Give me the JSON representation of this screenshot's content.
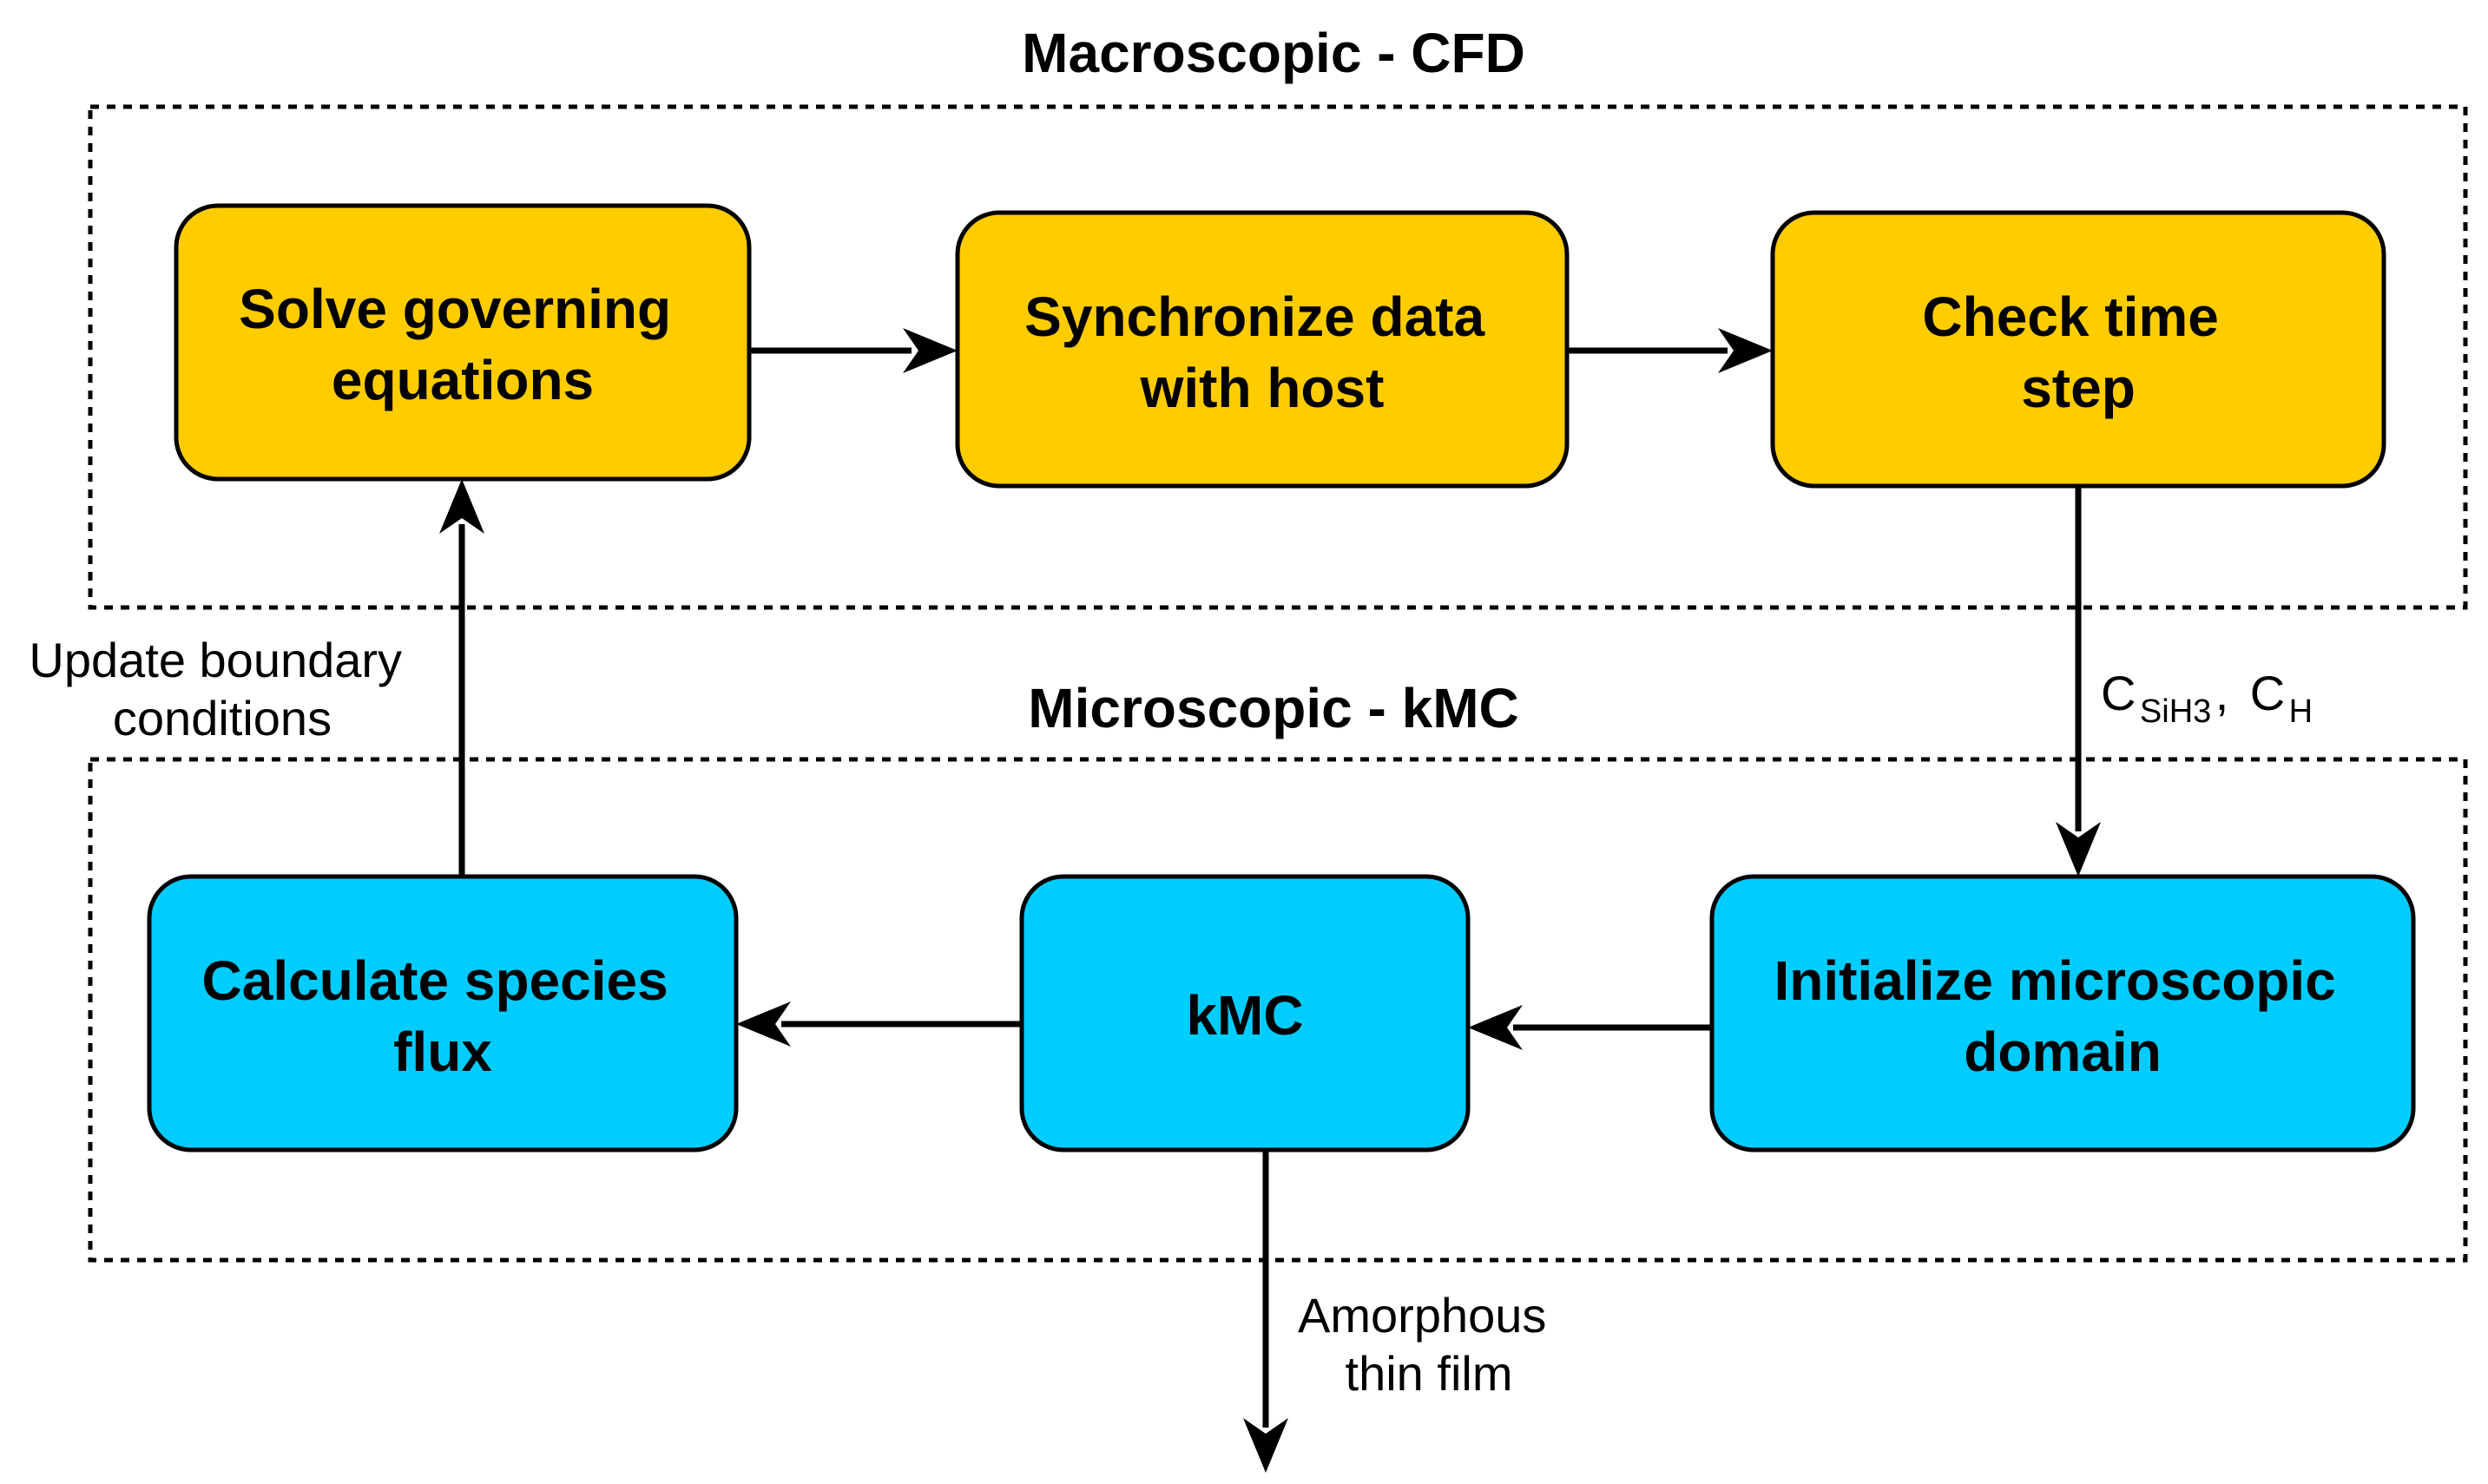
{
  "macro": {
    "title": "Macroscopic - CFD",
    "color": "#FFCC00",
    "boxes": {
      "solve": [
        "Solve governing",
        "equations"
      ],
      "sync": [
        "Synchronize data",
        "with host"
      ],
      "check": [
        "Check time",
        "step"
      ]
    }
  },
  "micro": {
    "title": "Microscopic - kMC",
    "color": "#00CCFF",
    "boxes": {
      "flux": [
        "Calculate species",
        "flux"
      ],
      "kmc": [
        "kMC"
      ],
      "init": [
        "Initialize microscopic",
        "domain"
      ]
    }
  },
  "labels": {
    "update": [
      "Update boundary",
      "conditions"
    ],
    "output": [
      "Amorphous",
      "thin film"
    ],
    "concentrations": {
      "c1": "C",
      "c1_sub": "SiH3",
      "sep": ",",
      "c2": "C",
      "c2_sub": "H"
    }
  }
}
